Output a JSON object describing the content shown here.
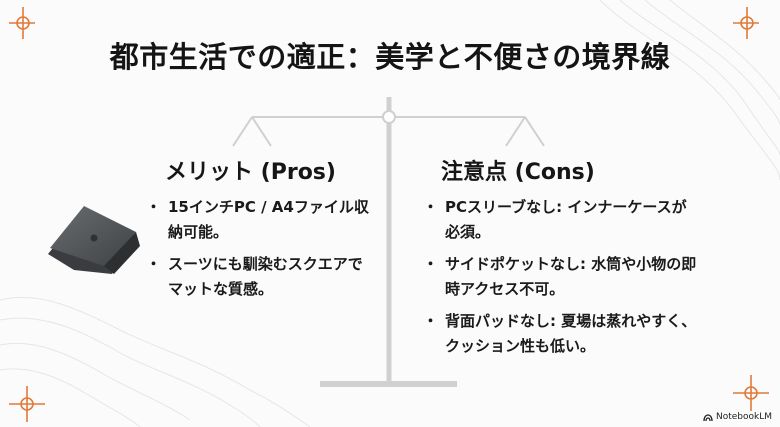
{
  "slide": {
    "title": "都市生活での適正：美学と不便さの境界線",
    "pros": {
      "heading": "メリット (Pros)",
      "items": [
        "15インチPC / A4ファイル収納可能。",
        "スーツにも馴染むスクエアでマットな質感。"
      ]
    },
    "cons": {
      "heading": "注意点 (Cons)",
      "items": [
        "PCスリーブなし: インナーケースが必須。",
        "サイドポケットなし: 水筒や小物の即時アクセス不可。",
        "背面パッドなし: 夏場は蒸れやすく、クッション性も低い。"
      ]
    },
    "image": {
      "icon": "laptop-icon"
    }
  },
  "brand": {
    "label": "NotebookLM",
    "icon": "notebooklm-logo-icon"
  },
  "colors": {
    "accent": "#e07a3a",
    "scale": "#d0d0d0",
    "text": "#161616"
  }
}
